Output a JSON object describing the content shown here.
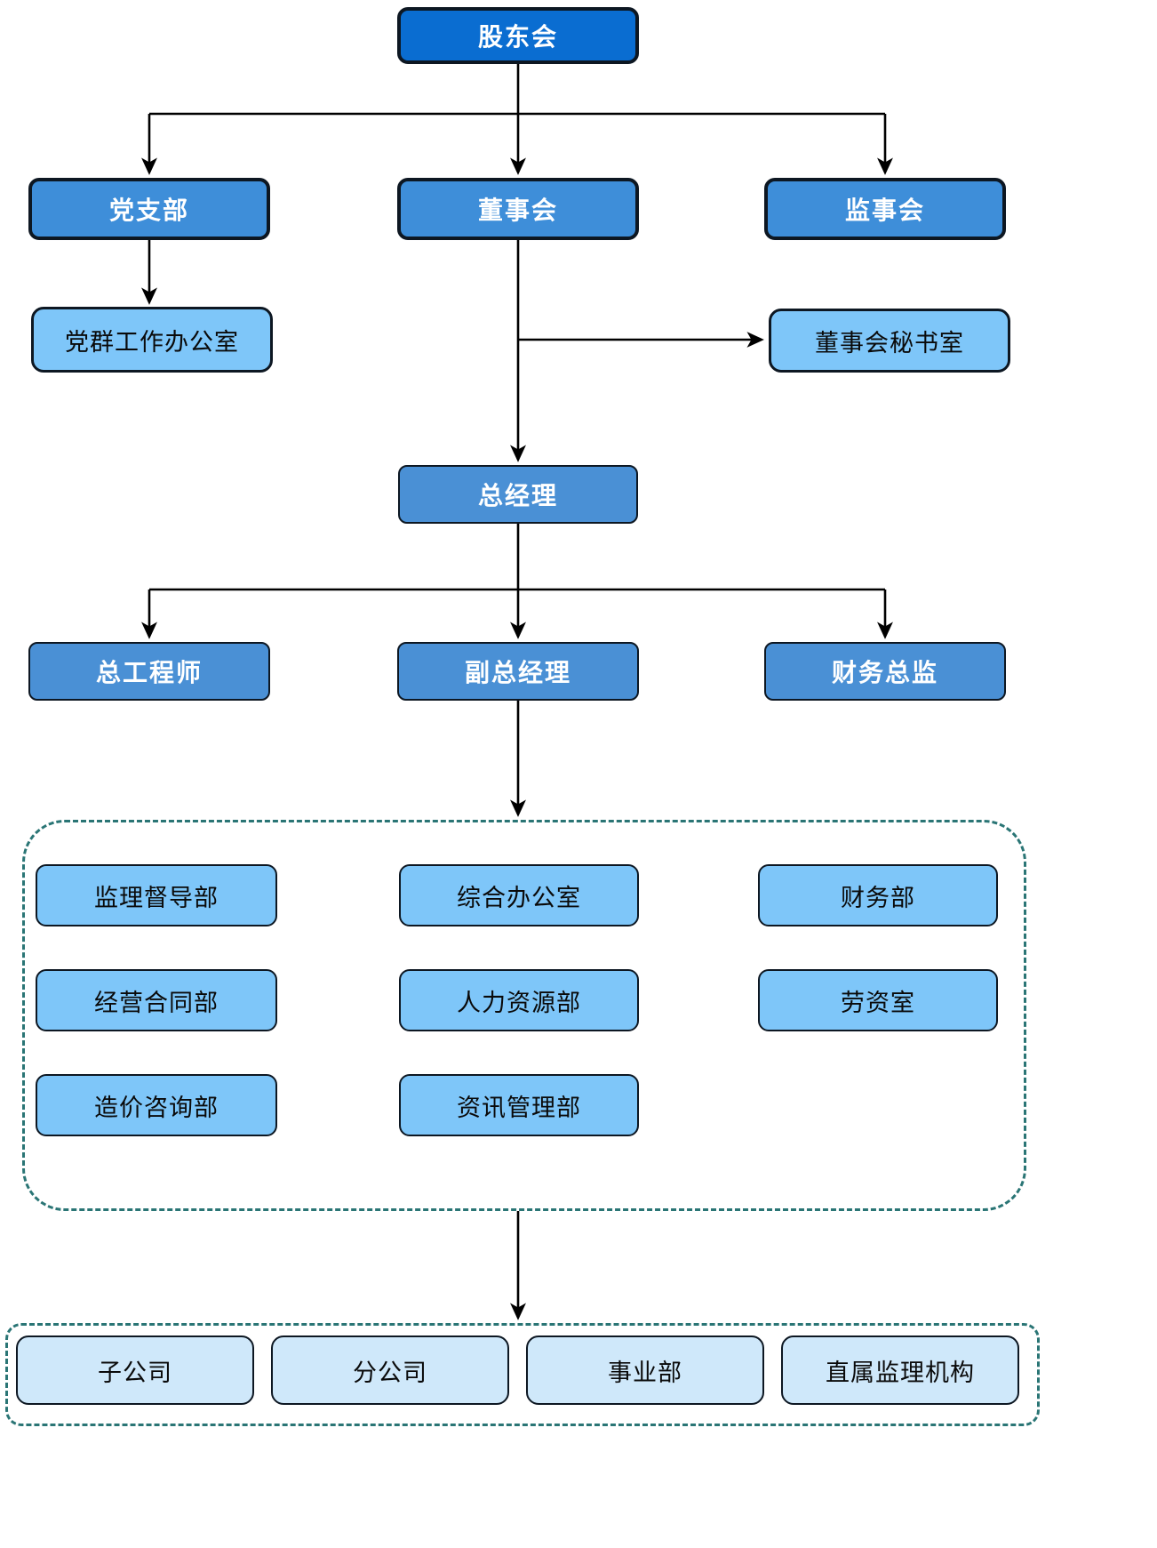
{
  "diagram": {
    "type": "org-chart",
    "language": "zh-CN"
  },
  "nodes": {
    "shareholders": "股东会",
    "party_branch": "党支部",
    "board_of_directors": "董事会",
    "supervisory_board": "监事会",
    "party_mass_office": "党群工作办公室",
    "board_secretary_office": "董事会秘书室",
    "general_manager": "总经理",
    "chief_engineer": "总工程师",
    "deputy_general_manager": "副总经理",
    "finance_director": "财务总监",
    "departments": [
      "监理督导部",
      "综合办公室",
      "财务部",
      "经营合同部",
      "人力资源部",
      "劳资室",
      "造价咨询部",
      "资讯管理部"
    ],
    "branches": [
      "子公司",
      "分公司",
      "事业部",
      "直属监理机构"
    ]
  },
  "edges": [
    {
      "from": "股东会",
      "to": "党支部"
    },
    {
      "from": "股东会",
      "to": "董事会"
    },
    {
      "from": "股东会",
      "to": "监事会"
    },
    {
      "from": "党支部",
      "to": "党群工作办公室"
    },
    {
      "from": "董事会",
      "to": "董事会秘书室"
    },
    {
      "from": "董事会",
      "to": "总经理"
    },
    {
      "from": "总经理",
      "to": "总工程师"
    },
    {
      "from": "总经理",
      "to": "副总经理"
    },
    {
      "from": "总经理",
      "to": "财务总监"
    },
    {
      "from": "副总经理",
      "to": "departments-group"
    },
    {
      "from": "departments-group",
      "to": "branches-group"
    }
  ],
  "colors": {
    "top_fill": "#0a6dd1",
    "level2_fill": "#3e8ed9",
    "level3_fill": "#4a90d5",
    "department_fill": "#7ec6f9",
    "branch_fill": "#cfe8fa",
    "node_border": "#0d1722",
    "dashed_group_border": "#2a7575",
    "connector": "#000000",
    "text_on_blue": "#ffffff",
    "text_on_light": "#0a0a0a"
  }
}
